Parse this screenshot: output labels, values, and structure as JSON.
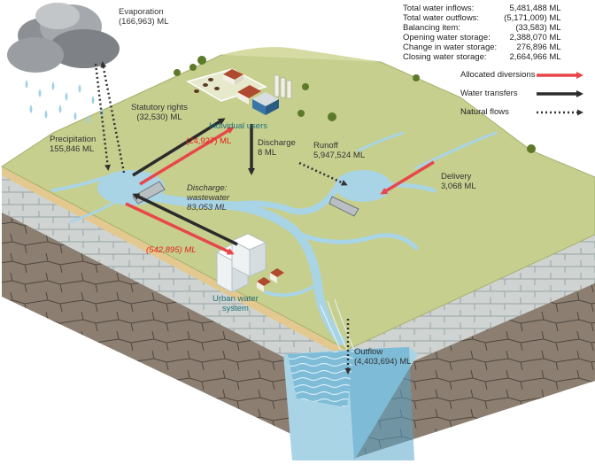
{
  "summary": [
    {
      "label": "Total water inflows:",
      "value": "5,481,488 ML"
    },
    {
      "label": "Total water outflows:",
      "value": "(5,171,009) ML"
    },
    {
      "label": "Balancing item:",
      "value": "(33,583) ML"
    },
    {
      "label": "Opening water storage:",
      "value": "2,388,070 ML"
    },
    {
      "label": "Change in water storage:",
      "value": "276,896 ML"
    },
    {
      "label": "Closing water storage:",
      "value": "2,664,966 ML"
    }
  ],
  "legend": {
    "allocated": "Allocated diversions",
    "transfers": "Water transfers",
    "natural": "Natural flows"
  },
  "flows": {
    "evaporation": {
      "name": "Evaporation",
      "value": "(166,963) ML"
    },
    "precipitation": {
      "name": "Precipitation",
      "value": "155,846 ML"
    },
    "statutory": {
      "name": "Statutory rights",
      "value": "(32,530) ML"
    },
    "individual_diversion": "(24,927) ML",
    "individual_users": "Individual users",
    "discharge": {
      "name": "Discharge",
      "value": "8 ML"
    },
    "wastewater": {
      "line1": "Discharge:",
      "line2": "wastewater",
      "value": "83,053 ML"
    },
    "urban_diversion": "(542,895) ML",
    "urban": {
      "line1": "Urban water",
      "line2": "system"
    },
    "runoff": {
      "name": "Runoff",
      "value": "5,947,524 ML"
    },
    "delivery": {
      "name": "Delivery",
      "value": "3,068 ML"
    },
    "outflow": {
      "name": "Outflow",
      "value": "(4,403,694) ML"
    }
  },
  "colors": {
    "allocated": "#e8474a",
    "transfers": "#2b2b2b",
    "natural": "#333333",
    "land": "#c6cf8e",
    "water": "#a9d4e6",
    "urban_text": "#1f6e78",
    "red_text": "#e2231a"
  }
}
